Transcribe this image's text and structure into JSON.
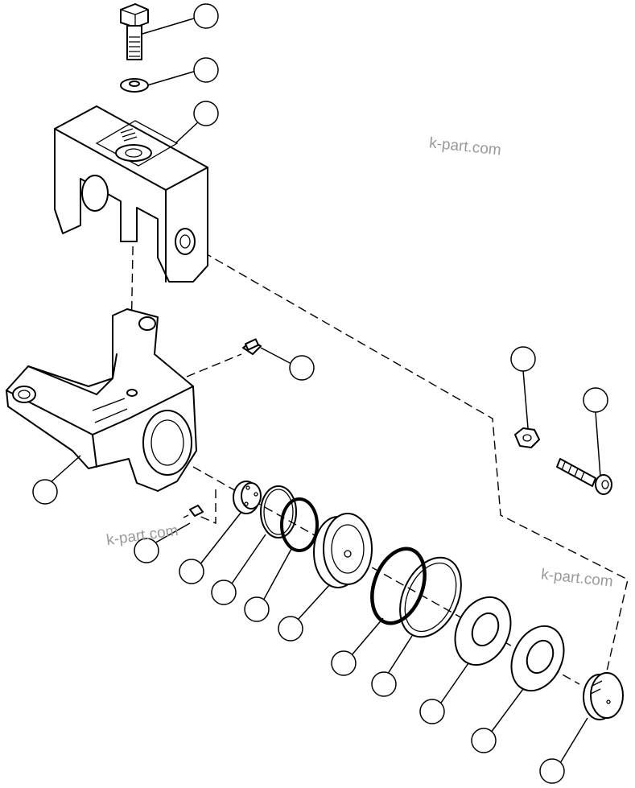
{
  "watermarks": [
    "k-part.com",
    "k-part.com",
    "k-part.com"
  ],
  "balloon_labels": [
    "",
    "",
    "",
    "",
    "",
    "",
    "",
    "",
    "",
    "",
    "",
    "",
    "",
    "",
    "",
    "",
    "",
    "",
    ""
  ]
}
